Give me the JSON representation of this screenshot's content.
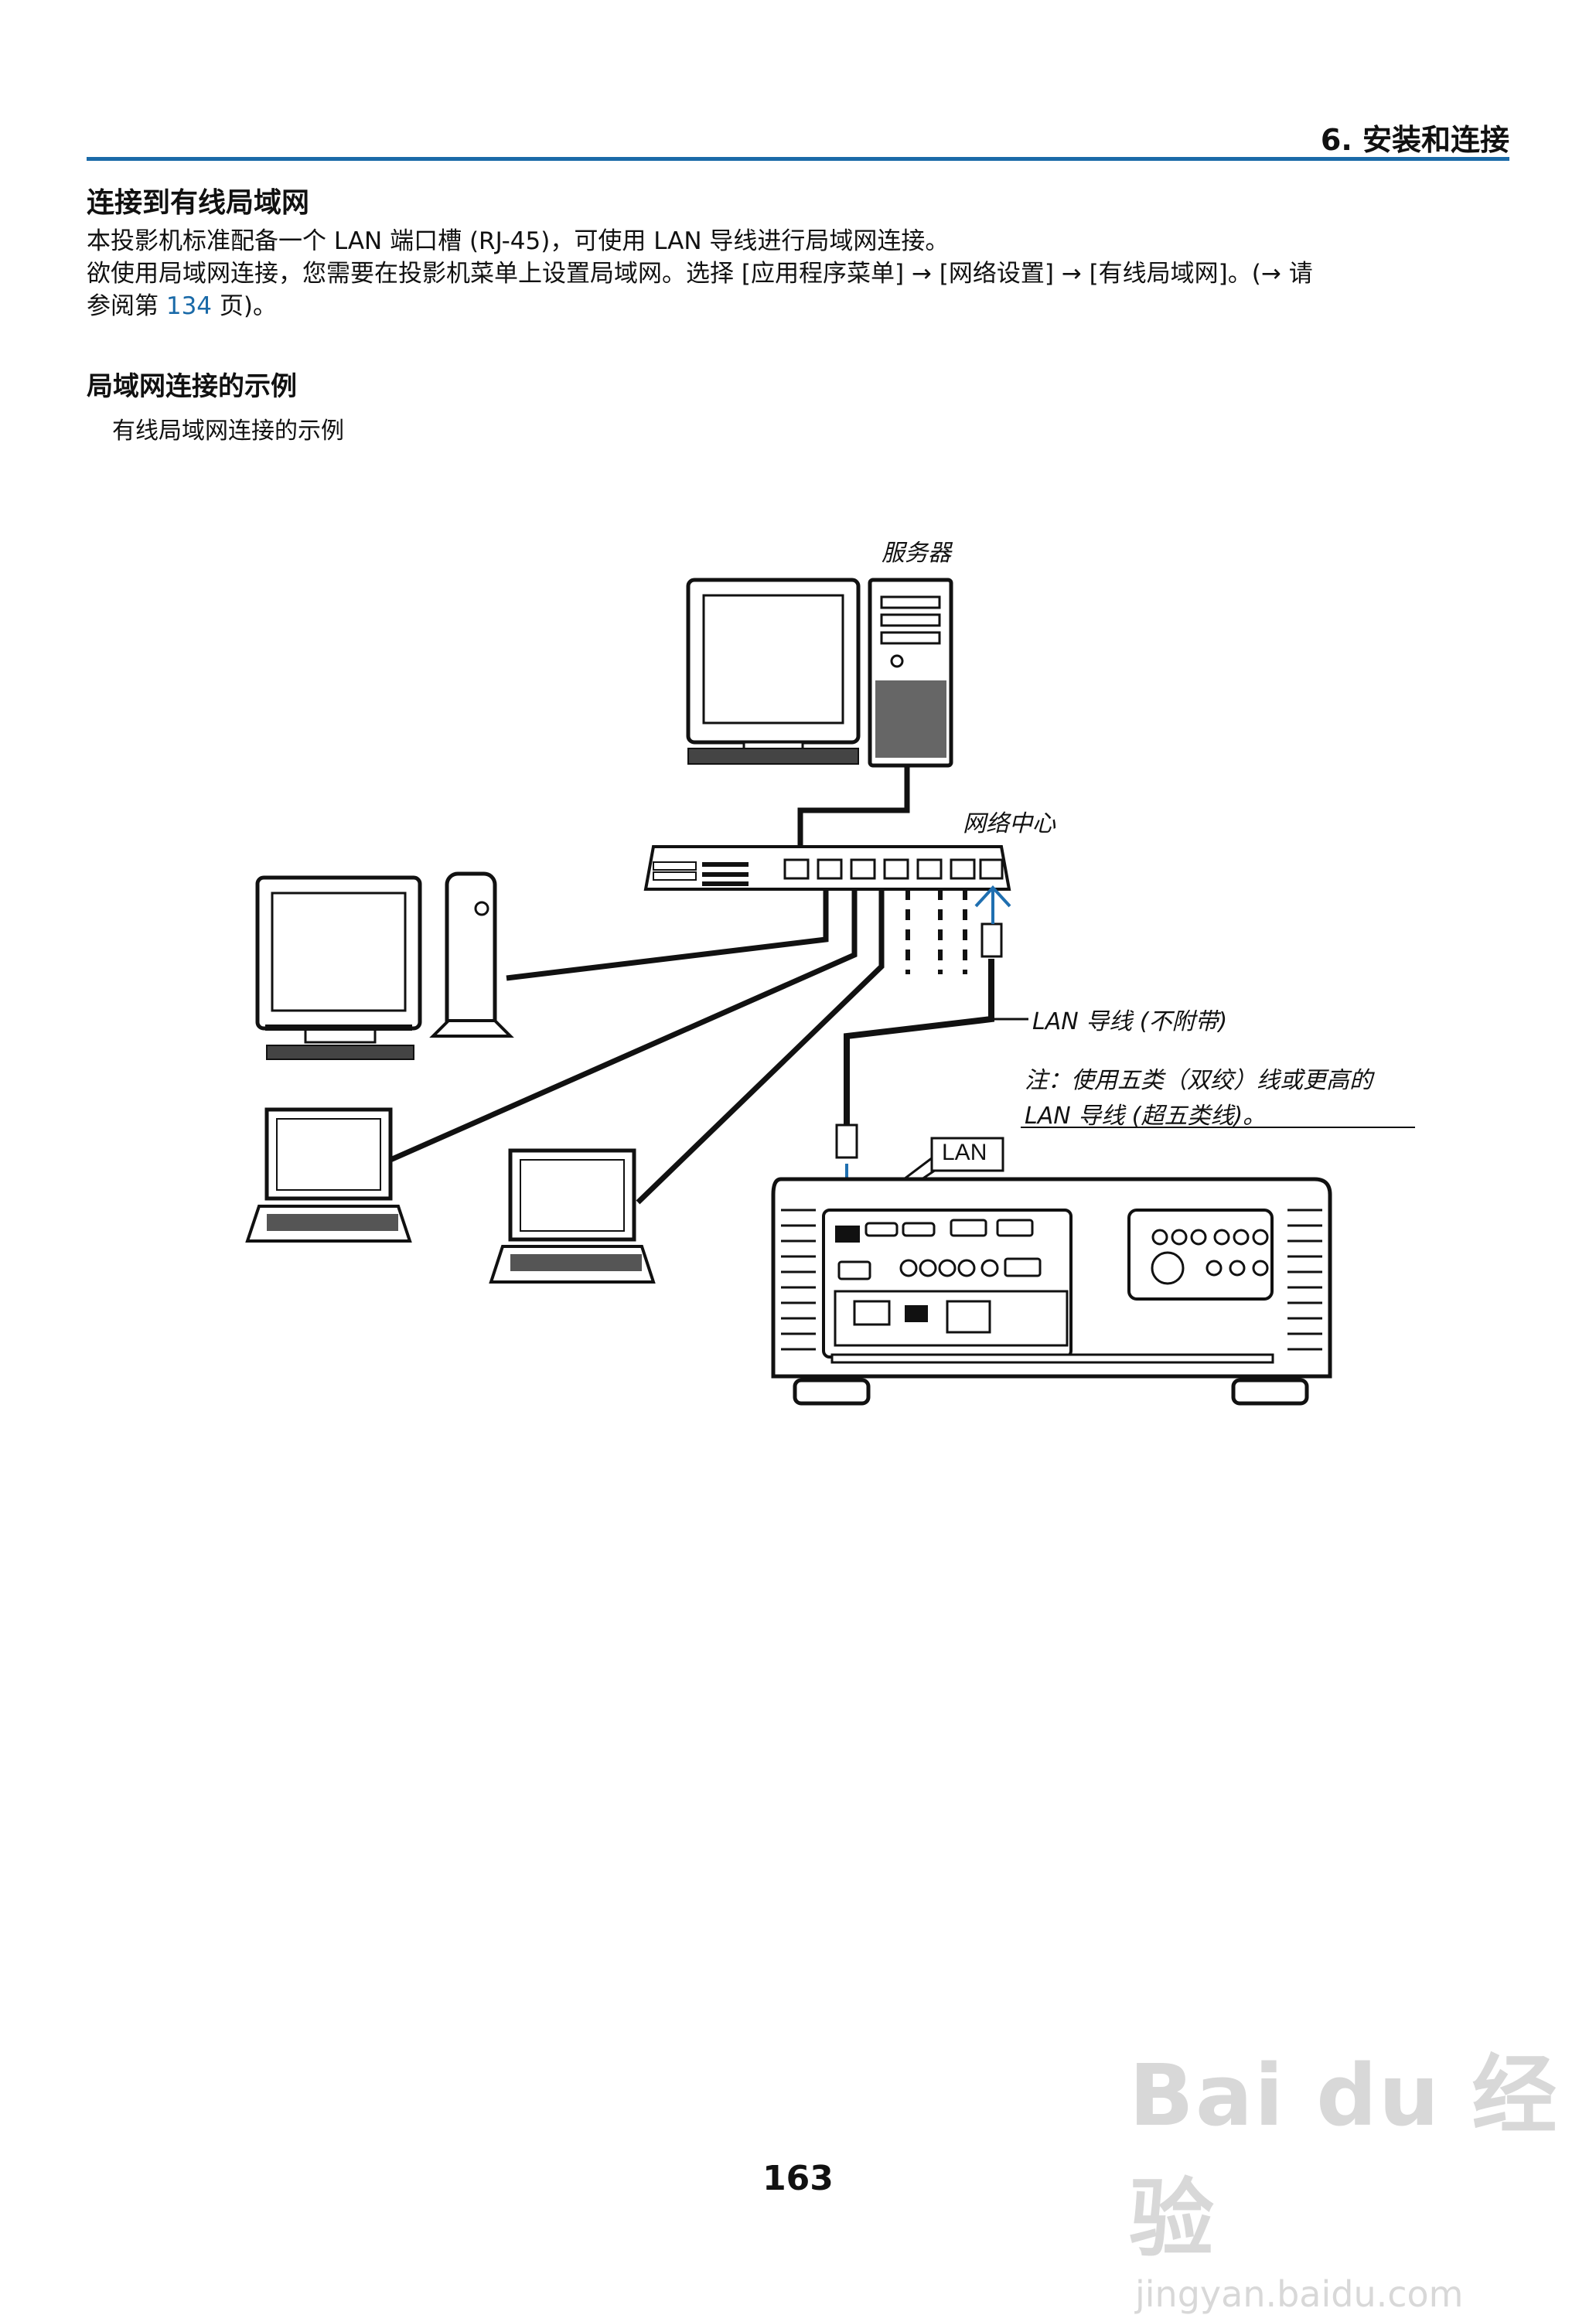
{
  "header": {
    "chapter": "6. 安装和连接"
  },
  "section": {
    "title": "连接到有线局域网",
    "line1": "本投影机标准配备一个 LAN 端口槽 (RJ-45)，可使用 LAN 导线进行局域网连接。",
    "line2": "欲使用局域网连接，您需要在投影机菜单上设置局域网。选择 [应用程序菜单] → [网络设置] → [有线局域网]。(→ 请",
    "line3_prefix": "参阅第 ",
    "line3_link": "134",
    "line3_suffix": " 页)。"
  },
  "example": {
    "title": "局域网连接的示例",
    "caption": "有线局域网连接的示例"
  },
  "diagram": {
    "server_label": "服务器",
    "hub_label": "网络中心",
    "cable_label": "LAN 导线 (不附带)",
    "note_line1": "注：使用五类（双绞）线或更高的",
    "note_line2": "LAN 导线 (超五类线)。",
    "port_label": "LAN"
  },
  "footer": {
    "page_number": "163"
  },
  "watermark": {
    "brand": "Bai du 经验",
    "url": "jingyan.baidu.com"
  },
  "colors": {
    "accent": "#1a6aa8",
    "arrow": "#1f6fb0"
  }
}
